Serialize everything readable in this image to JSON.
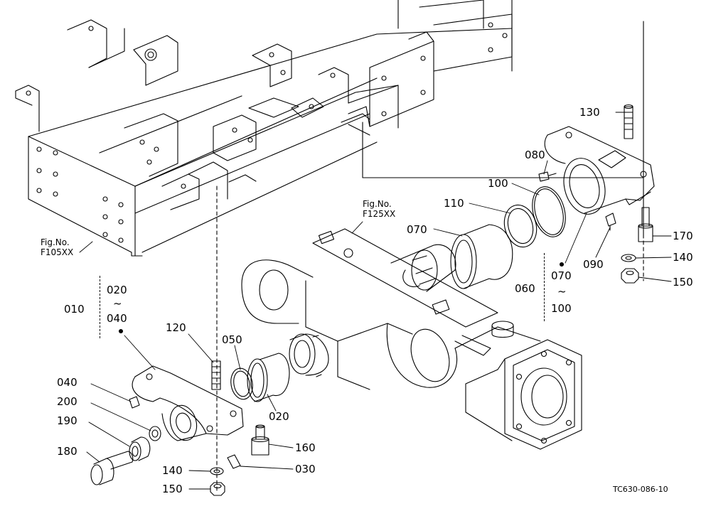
{
  "figure_refs": [
    {
      "line1": "Fig.No.",
      "line2": "F105XX"
    },
    {
      "line1": "Fig.No.",
      "line2": "F125XX"
    }
  ],
  "parts": {
    "p010": "010",
    "p020a": "020",
    "p040a": "040",
    "p040": "040",
    "p200": "200",
    "p190": "190",
    "p180": "180",
    "p120": "120",
    "p050": "050",
    "p020": "020",
    "p160": "160",
    "p030": "030",
    "p140a": "140",
    "p150a": "150",
    "p070": "070",
    "p110": "110",
    "p100": "100",
    "p080": "080",
    "p130": "130",
    "p170": "170",
    "p140": "140",
    "p150": "150",
    "p090": "090",
    "p060": "060",
    "p070b": "070",
    "p100b": "100"
  },
  "tilde": "~",
  "drawing_code": "TC630-086-10"
}
